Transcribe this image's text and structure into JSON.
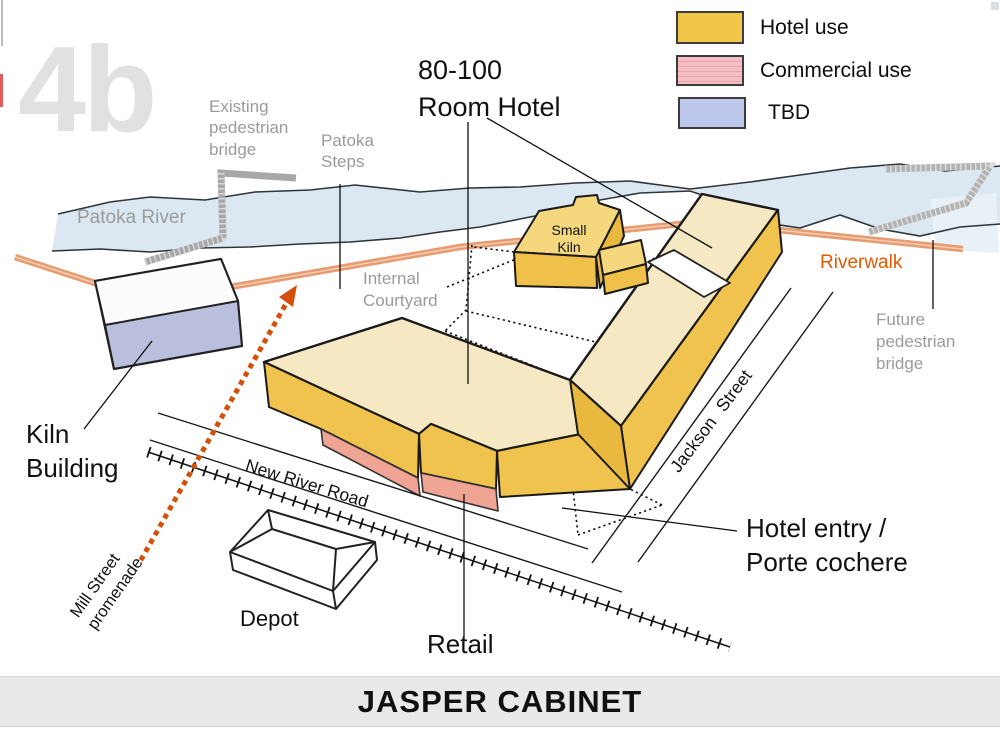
{
  "slide": {
    "number": "4b",
    "title": "JASPER CABINET"
  },
  "legend": {
    "items": [
      {
        "label": "Hotel use",
        "color": "#F2C64A"
      },
      {
        "label": "Commercial use",
        "color": "#F5BEC3"
      },
      {
        "label": "TBD",
        "color": "#BDC7EB"
      }
    ]
  },
  "labels": {
    "existing_bridge": "Existing\npedestrian\nbridge",
    "patoka_steps": "Patoka\nSteps",
    "room_hotel": "80-100\nRoom Hotel",
    "patoka_river": "Patoka River",
    "small_kiln": "Small\nKiln",
    "internal_courtyard": "Internal\nCourtyard",
    "riverwalk": "Riverwalk",
    "future_bridge": "Future\npedestrian\nbridge",
    "jackson_street": "Jackson Street",
    "hotel_entry": "Hotel entry /\nPorte cochere",
    "kiln_building": "Kiln\nBuilding",
    "new_river_road": "New River Road",
    "mill_street": "Mill Street\npromenade",
    "depot": "Depot",
    "retail": "Retail"
  },
  "colors": {
    "hotel_use": "#F0C24E",
    "hotel_roof": "#F6E8C3",
    "commercial_use": "#F0A493",
    "tbd": "#B9BFDD",
    "river": "#DBE8F2",
    "riverwalk": "#E79B71",
    "accent_orange": "#D4500A"
  }
}
